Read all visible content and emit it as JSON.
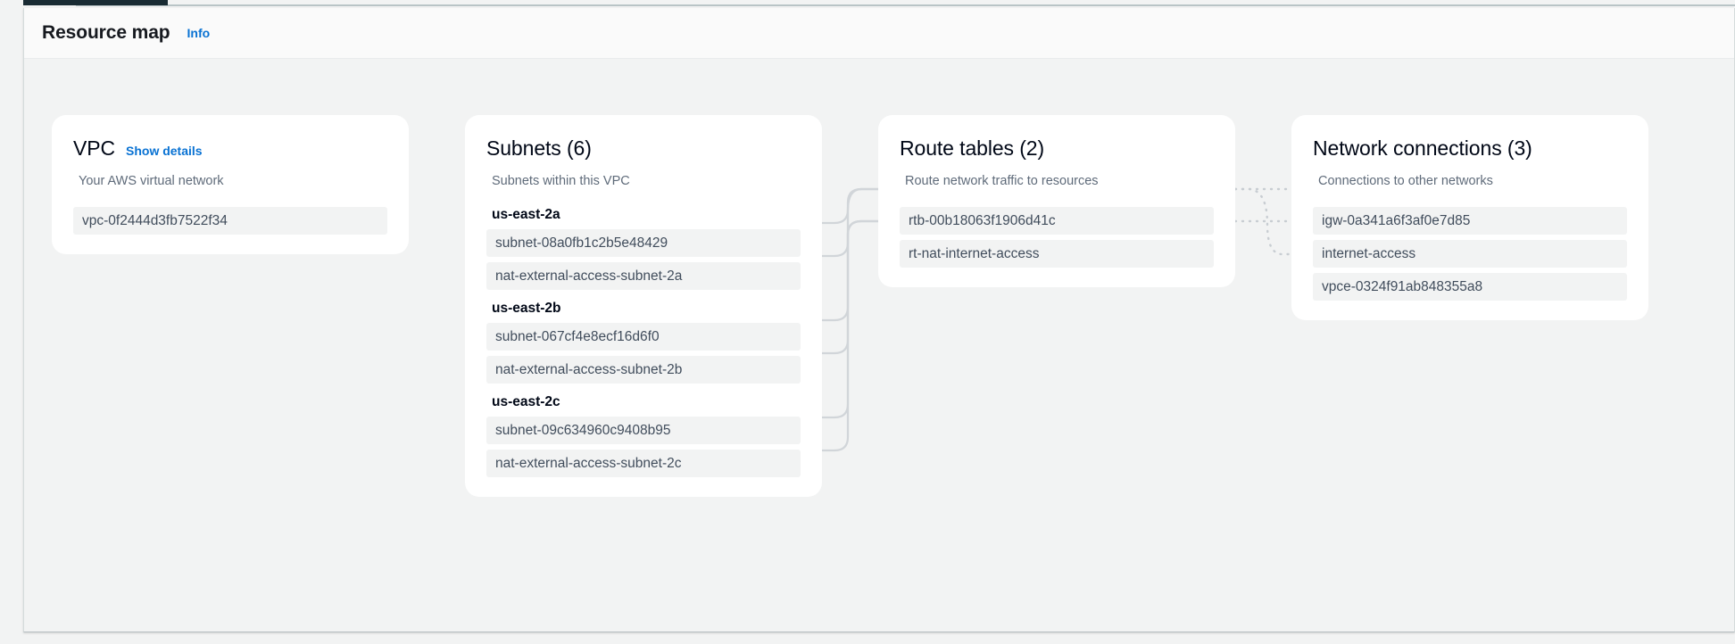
{
  "header": {
    "title": "Resource map",
    "info_label": "Info"
  },
  "colors": {
    "link": "#0972d3",
    "pill_bg": "#f2f3f3",
    "card_bg": "#ffffff",
    "page_bg": "#f2f3f3",
    "tab_active": "#192b33",
    "text_primary": "#000716",
    "text_secondary": "#5f6b7a"
  },
  "columns": {
    "vpc": {
      "title": "VPC",
      "link_label": "Show details",
      "subtitle": "Your AWS virtual network",
      "items": [
        {
          "label": "vpc-0f2444d3fb7522f34"
        }
      ]
    },
    "subnets": {
      "title": "Subnets (6)",
      "subtitle": "Subnets within this VPC",
      "groups": [
        {
          "label": "us-east-2a",
          "items": [
            {
              "label": "subnet-08a0fb1c2b5e48429"
            },
            {
              "label": "nat-external-access-subnet-2a"
            }
          ]
        },
        {
          "label": "us-east-2b",
          "items": [
            {
              "label": "subnet-067cf4e8ecf16d6f0"
            },
            {
              "label": "nat-external-access-subnet-2b"
            }
          ]
        },
        {
          "label": "us-east-2c",
          "items": [
            {
              "label": "subnet-09c634960c9408b95"
            },
            {
              "label": "nat-external-access-subnet-2c"
            }
          ]
        }
      ]
    },
    "route_tables": {
      "title": "Route tables (2)",
      "subtitle": "Route network traffic to resources",
      "items": [
        {
          "label": "rtb-00b18063f1906d41c"
        },
        {
          "label": "rt-nat-internet-access"
        }
      ]
    },
    "network_connections": {
      "title": "Network connections (3)",
      "subtitle": "Connections to other networks",
      "items": [
        {
          "label": "igw-0a341a6f3af0e7d85"
        },
        {
          "label": "internet-access"
        },
        {
          "label": "vpce-0324f91ab848355a8"
        }
      ]
    }
  }
}
